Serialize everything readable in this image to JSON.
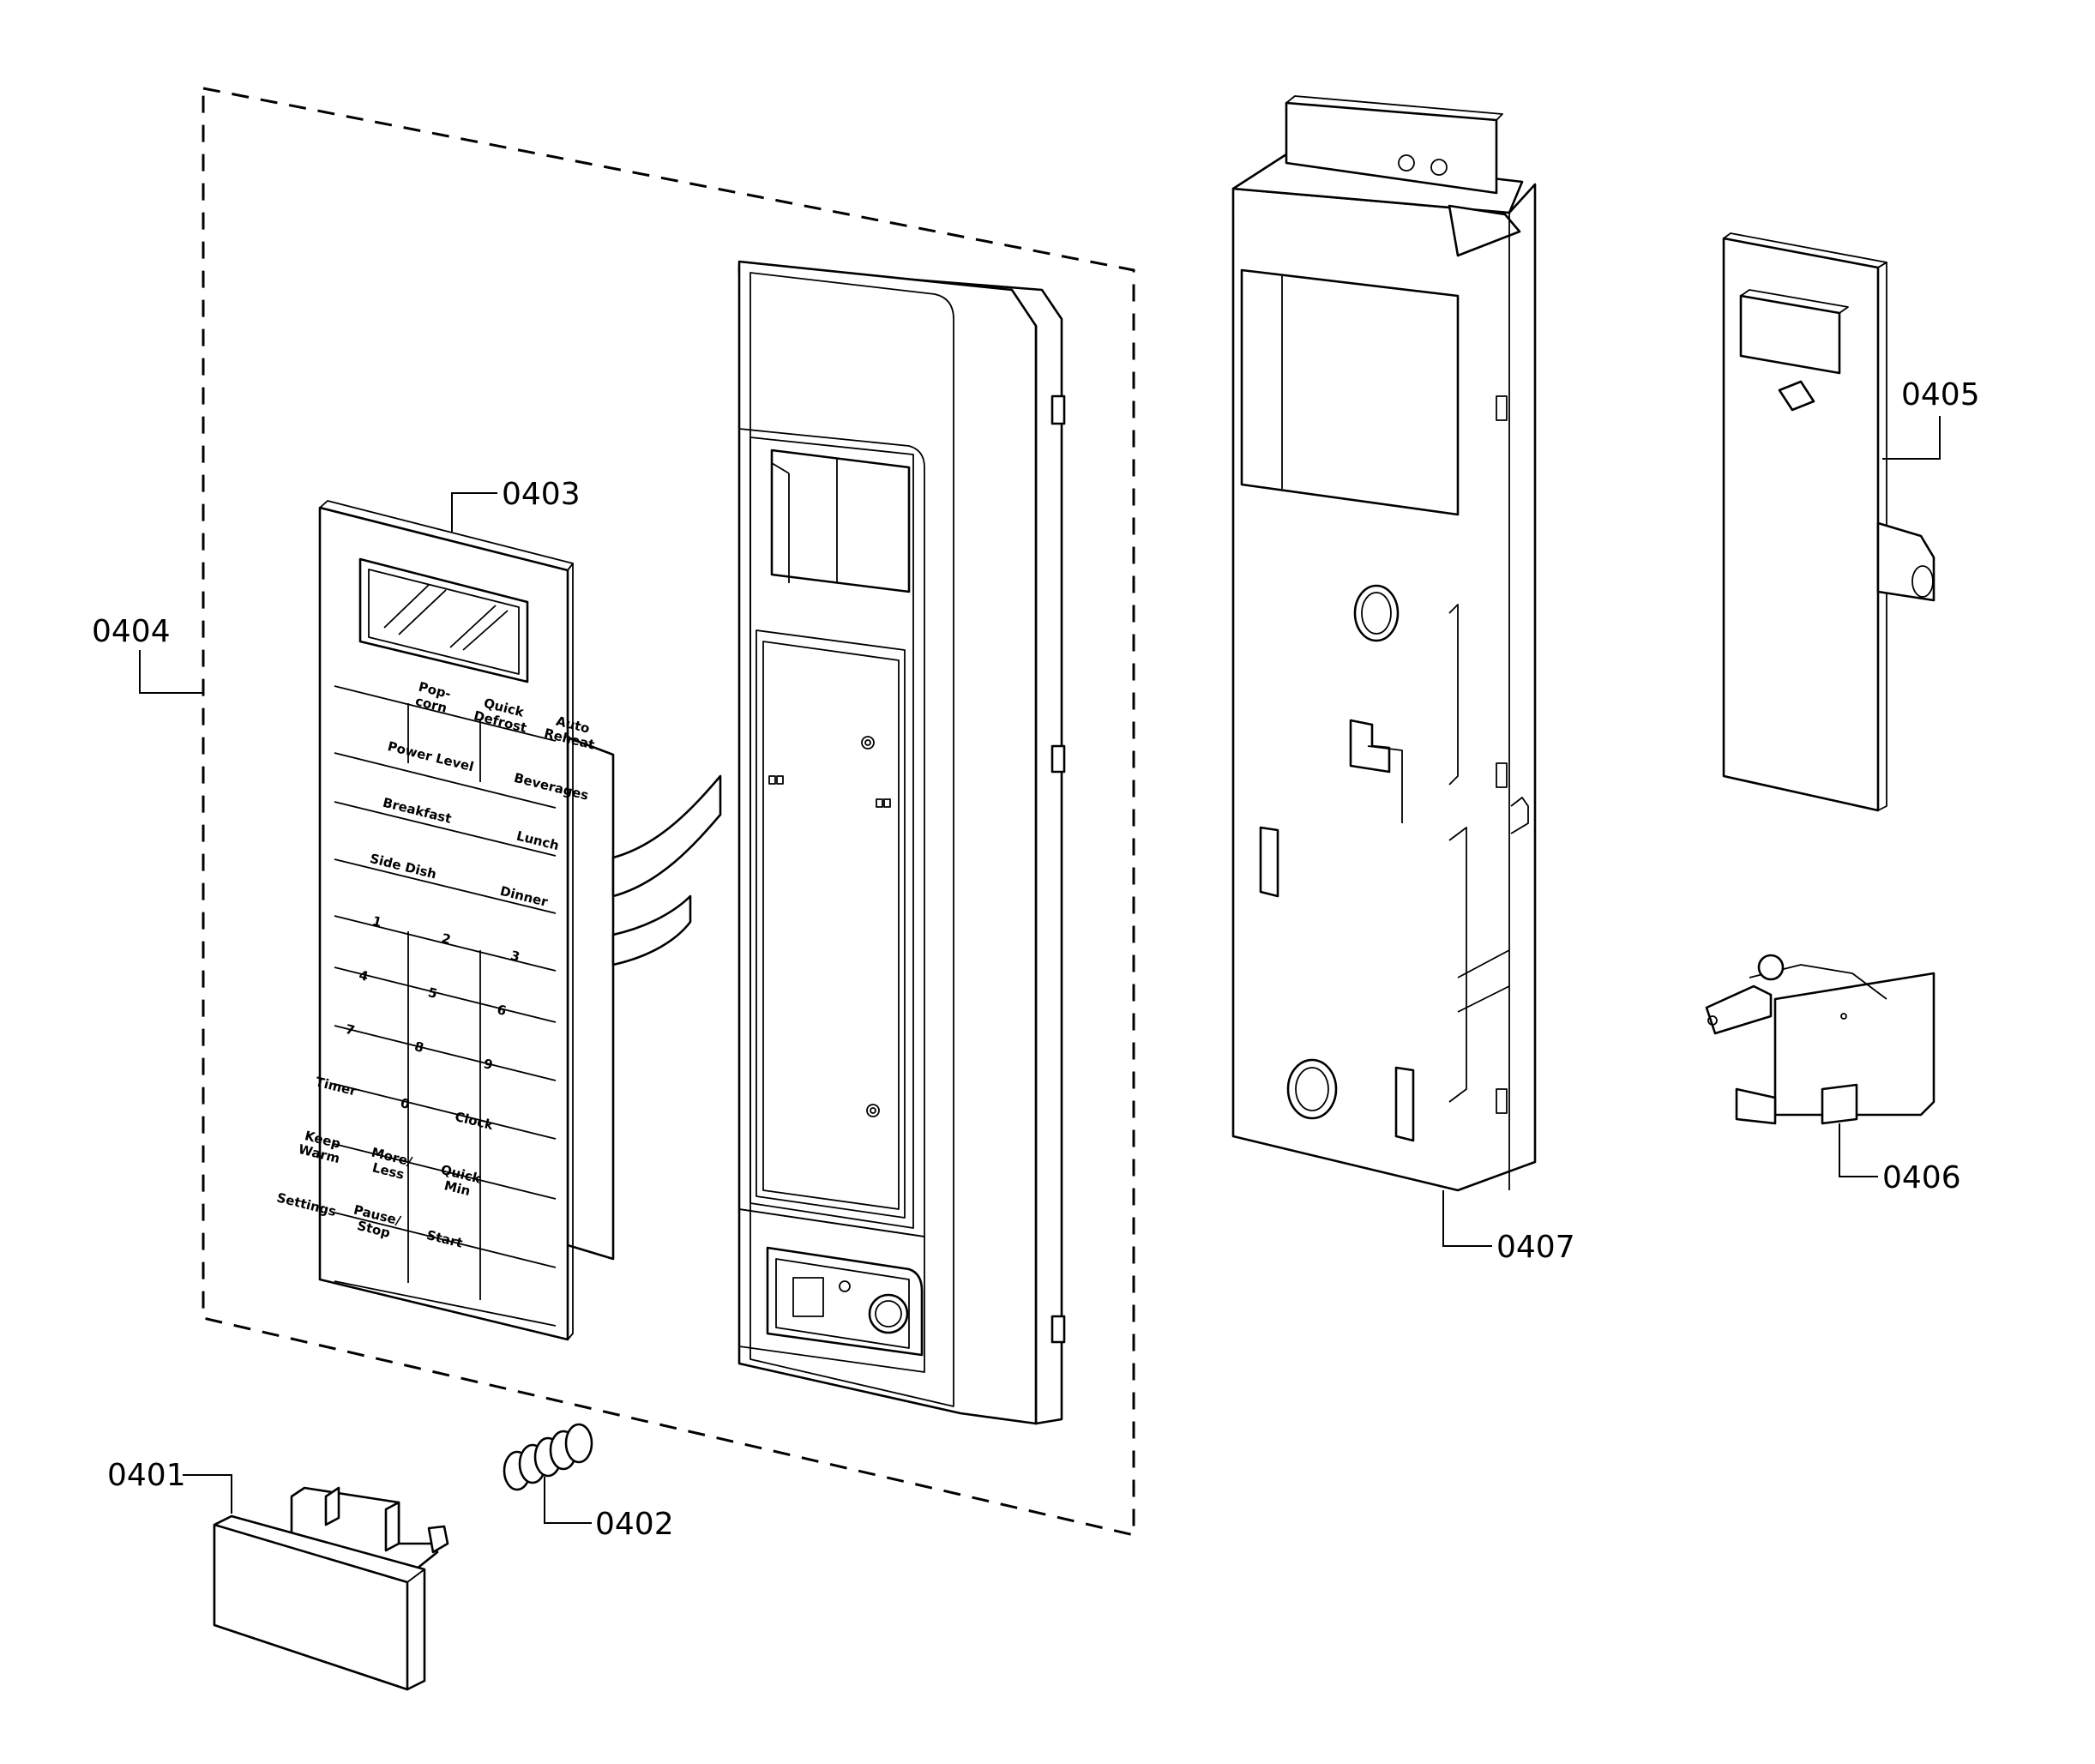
{
  "callouts": {
    "part_0401": "0401",
    "part_0402": "0402",
    "part_0403": "0403",
    "part_0404": "0404",
    "part_0405": "0405",
    "part_0406": "0406",
    "part_0407": "0407"
  },
  "keypad": {
    "popcorn": "Pop-\ncorn",
    "quick_defrost": "Quick\nDefrost",
    "auto_reheat": "Auto\nReheat",
    "power_level": "Power Level",
    "beverages": "Beverages",
    "breakfast": "Breakfast",
    "lunch": "Lunch",
    "side_dish": "Side Dish",
    "dinner": "Dinner",
    "k1": "1",
    "k2": "2",
    "k3": "3",
    "k4": "4",
    "k5": "5",
    "k6": "6",
    "k7": "7",
    "k8": "8",
    "k9": "9",
    "timer": "Timer",
    "k0": "0",
    "clock": "Clock",
    "keep_warm": "Keep\nWarm",
    "more_less": "More/\nLess",
    "quick_min": "Quick\nMin",
    "settings": "Settings",
    "pause_stop": "Pause/\nStop",
    "start": "Start"
  }
}
